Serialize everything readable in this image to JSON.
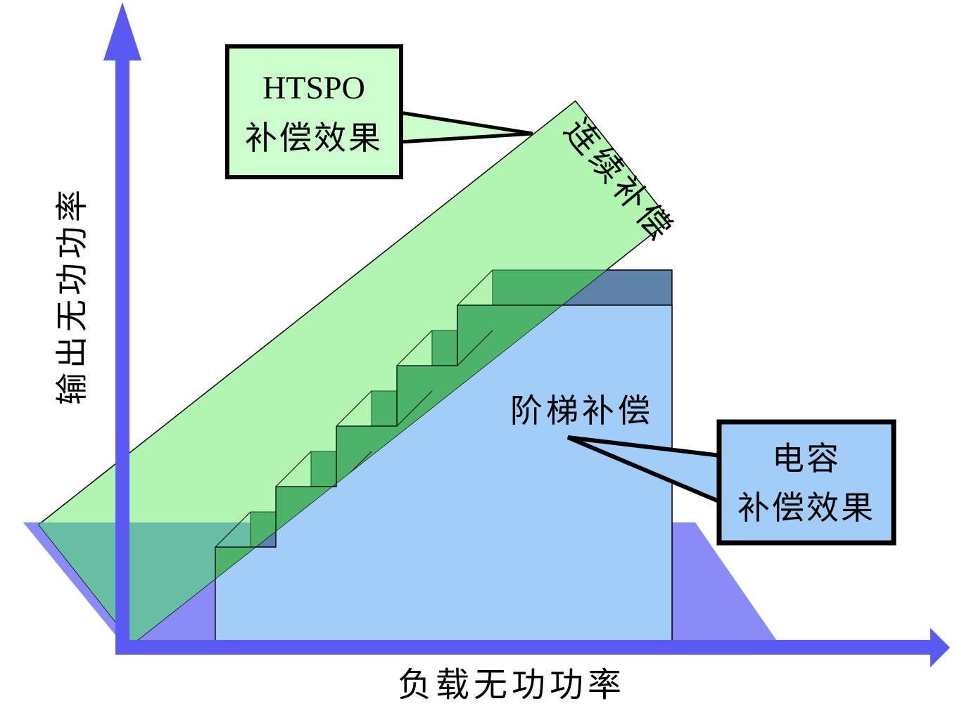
{
  "figure": {
    "type": "conceptual-diagram",
    "topic": "reactive power compensation comparison",
    "y_axis": {
      "label": "输出无功功率"
    },
    "x_axis": {
      "label": "负载无功功率"
    },
    "continuous_band": {
      "label": "连续补偿"
    },
    "step_staircase": {
      "label": "阶梯补偿"
    },
    "htspo_callout": {
      "line1": "HTSPO",
      "line2": "补偿效果"
    },
    "capacitor_callout": {
      "line1": "电容",
      "line2": "补偿效果"
    }
  },
  "colors": {
    "axis": "#5b5bf3",
    "purple": "#8b8bf8",
    "slate": "#5e82aa",
    "sky": "#a3cdf9",
    "bandLight": "#b2f7b1",
    "bandDark": "#4db369",
    "teal": "#68bda5",
    "htspoFill": "#ccffcc",
    "outline": "#000000"
  }
}
